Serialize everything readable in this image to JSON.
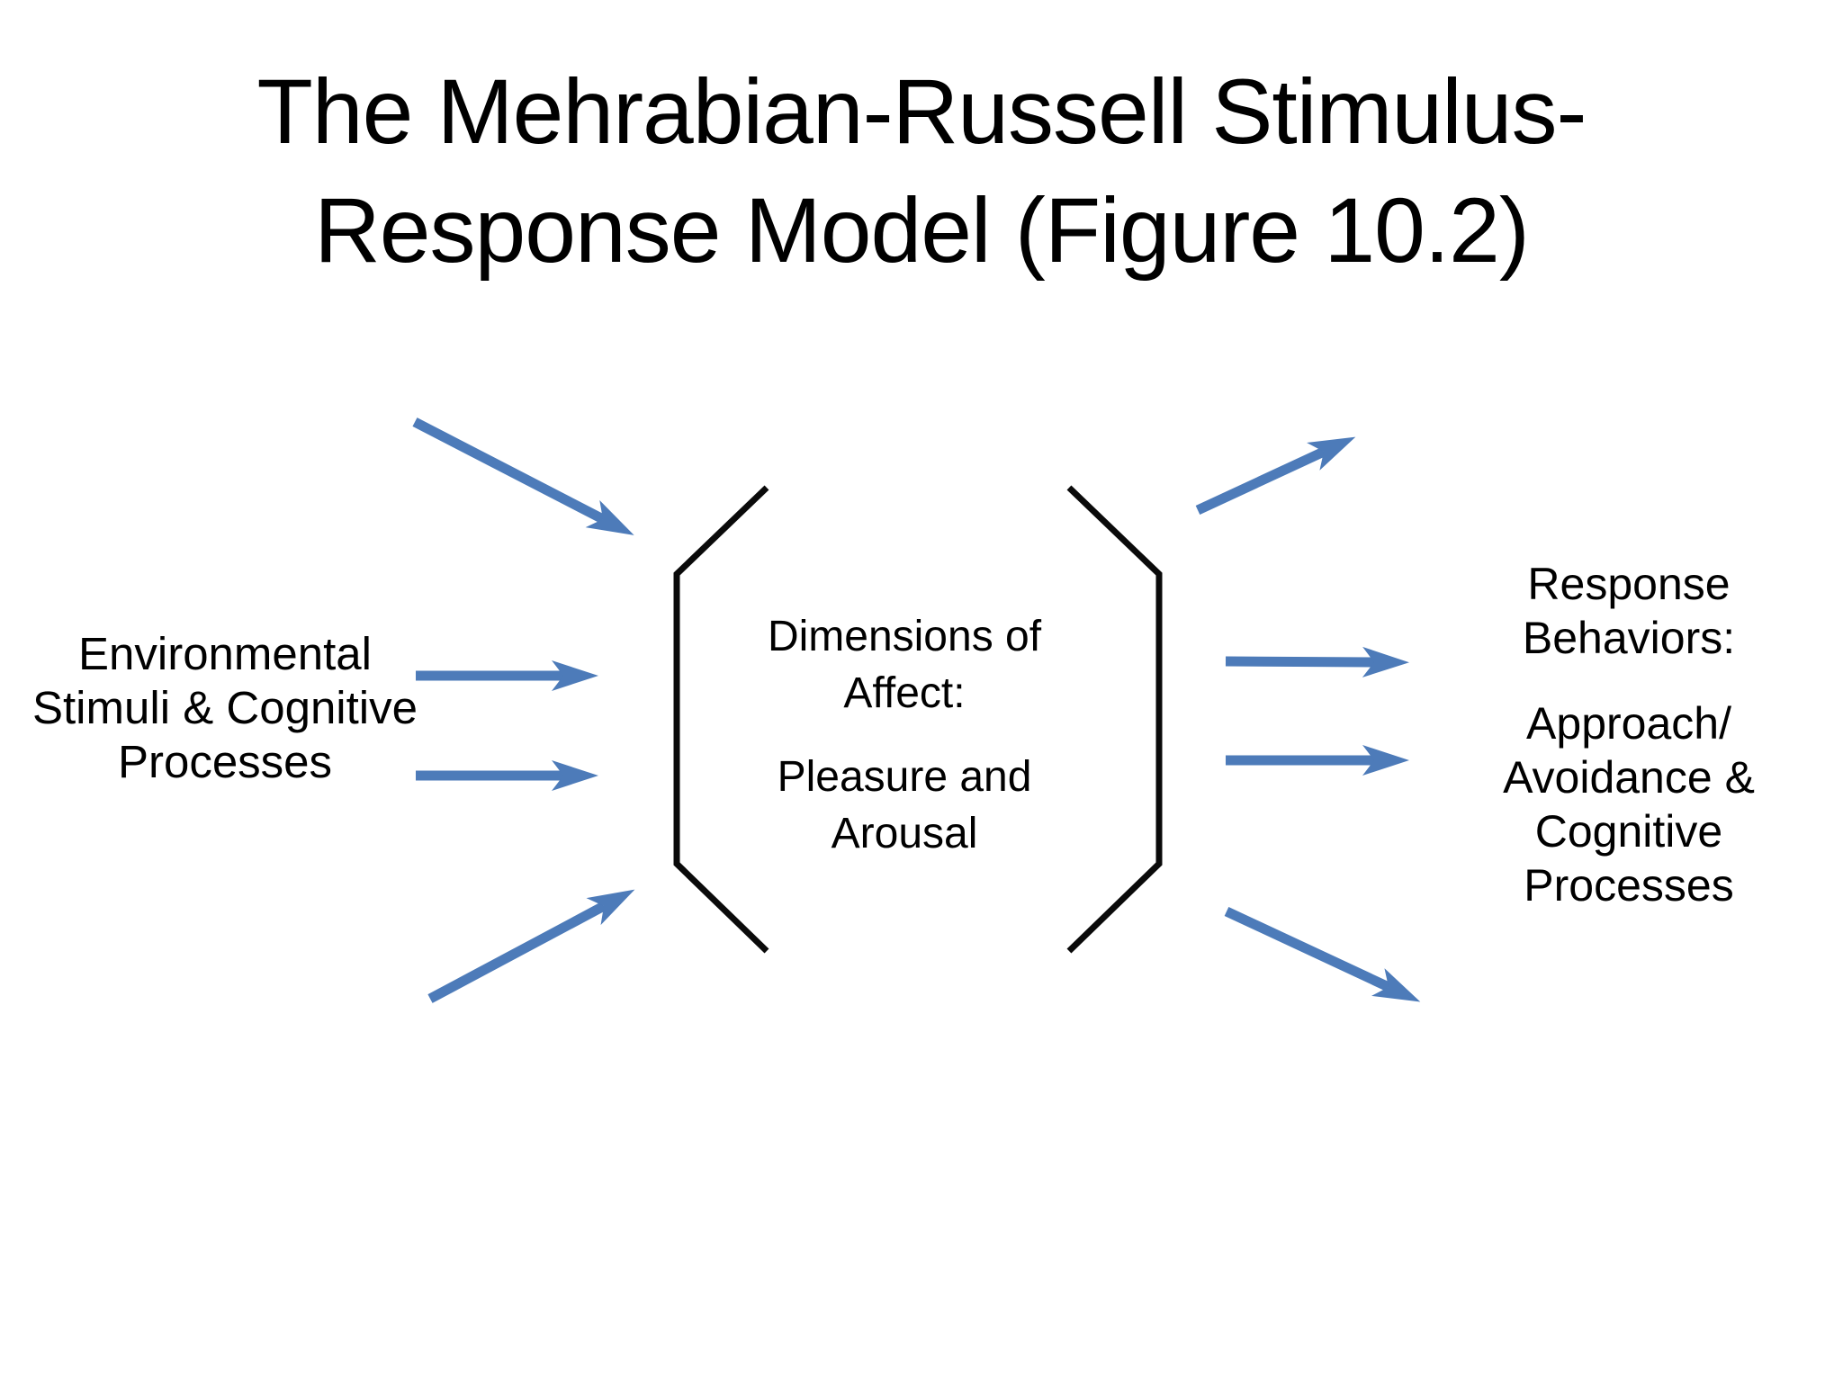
{
  "colors": {
    "arrow_blue": "#4D7BB9",
    "bracket_black": "#0a0a0a",
    "text_black": "#000000",
    "background": "#ffffff"
  },
  "title": {
    "lines": [
      "The Mehrabian-Russell Stimulus-",
      "Response Model (Figure 10.2)"
    ]
  },
  "left_label": {
    "lines": [
      "Environmental",
      "Stimuli & Cognitive",
      "Processes"
    ]
  },
  "center_label": {
    "para1_lines": [
      "Dimensions of",
      "Affect:"
    ],
    "para2_lines": [
      "Pleasure and",
      "Arousal"
    ]
  },
  "right_label": {
    "para1_lines": [
      "Response",
      "Behaviors:"
    ],
    "para2_lines": [
      "Approach/",
      "Avoidance &",
      "Cognitive",
      "Processes"
    ]
  }
}
